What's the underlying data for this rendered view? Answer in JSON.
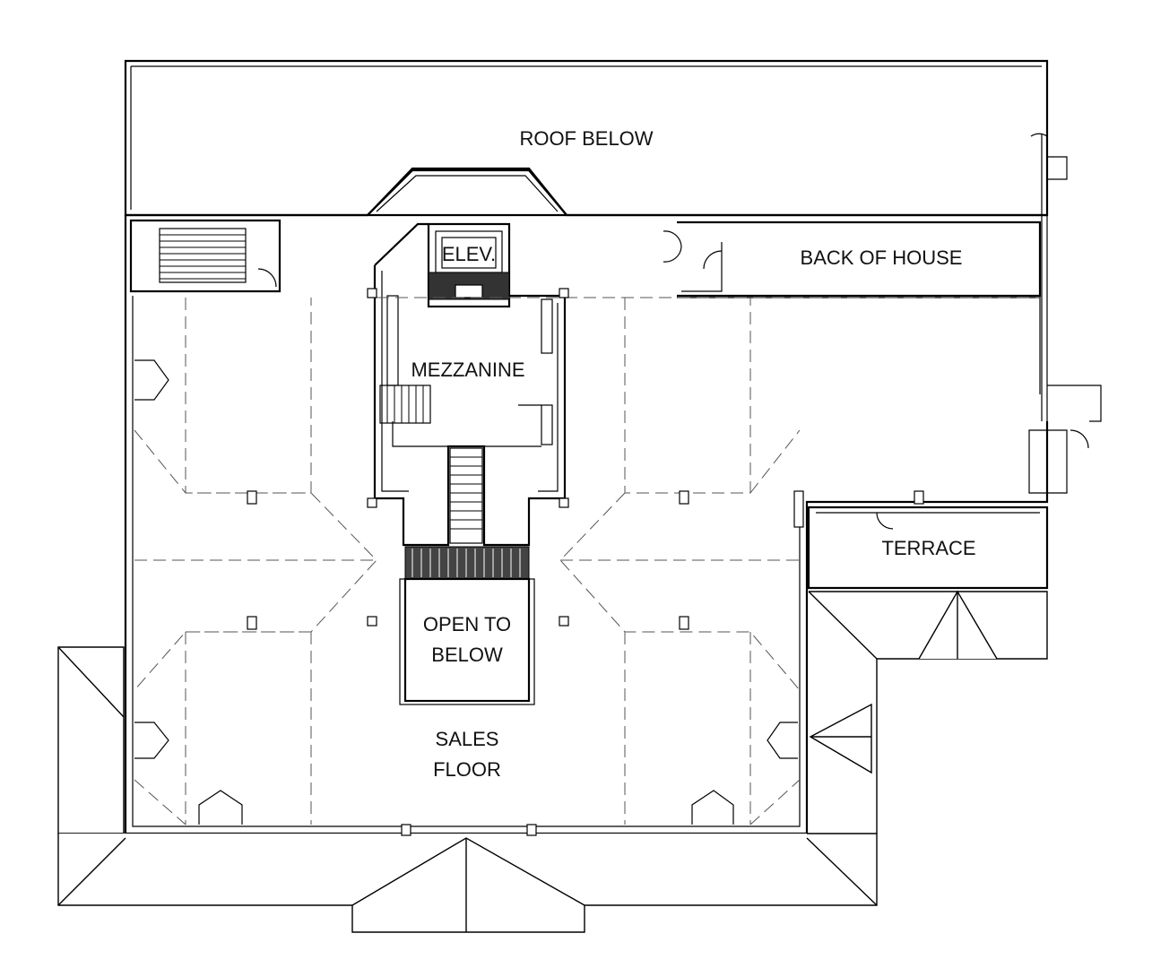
{
  "labels": {
    "roof_below": "ROOF BELOW",
    "back_of_house": "BACK OF HOUSE",
    "elevator": "ELEV.",
    "mezzanine": "MEZZANINE",
    "terrace": "TERRACE",
    "open_to_below_line1": "OPEN TO",
    "open_to_below_line2": "BELOW",
    "sales_floor_line1": "SALES",
    "sales_floor_line2": "FLOOR"
  }
}
